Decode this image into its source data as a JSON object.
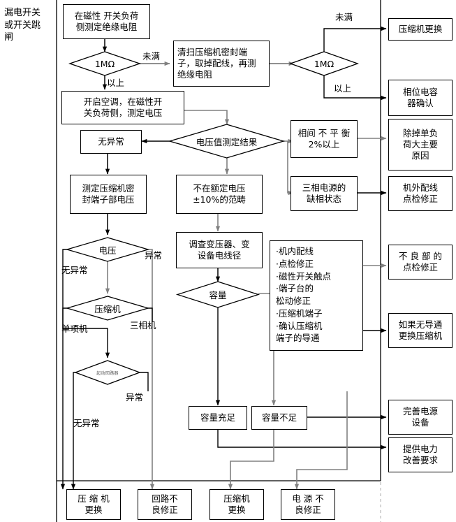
{
  "diagram": {
    "title_label": "漏电开关\n或开关跳\n闸",
    "type": "flowchart"
  },
  "nodes": {
    "measure_insulation": "在磁性 开关负荷\n侧测定绝缘电阻",
    "d_1mohm_a": "1MΩ",
    "clean_terminals": "清扫压缩机密封端\n子，取掉配线，再测\n绝缘电阻",
    "d_1mohm_b": "1MΩ",
    "compressor_replace_top": "压缩机更换",
    "phase_capacitor_check": "相位电容\n器确认",
    "start_ac_measure_voltage": "开启空调，在磁性开\n关负荷侧，测定电压",
    "d_voltage_result": "电压值测定结果",
    "no_abnormal": "无异常",
    "phase_imbalance": "相间 不 平 衡\n2%以上",
    "remove_single_load": "除掉单负\n荷大主要\n原因",
    "measure_sealed_terminal_voltage": "测定压缩机密\n封端子部电压",
    "not_rated_voltage": "不在额定电压\n±10%的范畴",
    "three_phase_missing": "三相电源的\n缺相状态",
    "external_wiring_fix": "机外配线\n点检修正",
    "d_voltage": "电压",
    "investigate_transformer": "调查变压器、变\n设备电线径",
    "check_list": "·机内配线\n·点检修正\n·磁性开关触点\n·端子台的\n  松动修正\n·压缩机端子\n·确认压缩机\n  端子的导通",
    "defect_inspection_fix": "不 良 部 的\n点检修正",
    "d_compressor": "压缩机",
    "d_capacity": "容量",
    "replace_if_no_continuity": "如果无导通\n更换压缩机",
    "d_start_circuit": "起动回路器",
    "capacity_sufficient": "容量充足",
    "capacity_insufficient": "容量不足",
    "improve_power_equipment": "完善电源\n设备",
    "request_power_improvement": "提供电力\n改善要求",
    "bottom_compressor_replace_1": "压 缩 机\n更换",
    "bottom_circuit_fix": "回路不\n良修正",
    "bottom_compressor_replace_2": "压缩机\n更换",
    "bottom_power_fix": "电 源 不\n良修正"
  },
  "edge_labels": {
    "under_1": "未满",
    "over_1": "以上",
    "under_2": "未满",
    "over_2": "以上",
    "abnormal_voltage": "异常",
    "normal_voltage": "无异常",
    "single_phase": "单项机",
    "three_phase": "三相机",
    "abnormal_start": "异常",
    "normal_start": "无异常"
  },
  "colors": {
    "stroke": "#000000",
    "arrow_gray": "#808080",
    "background": "#ffffff",
    "divider": "#000000"
  }
}
